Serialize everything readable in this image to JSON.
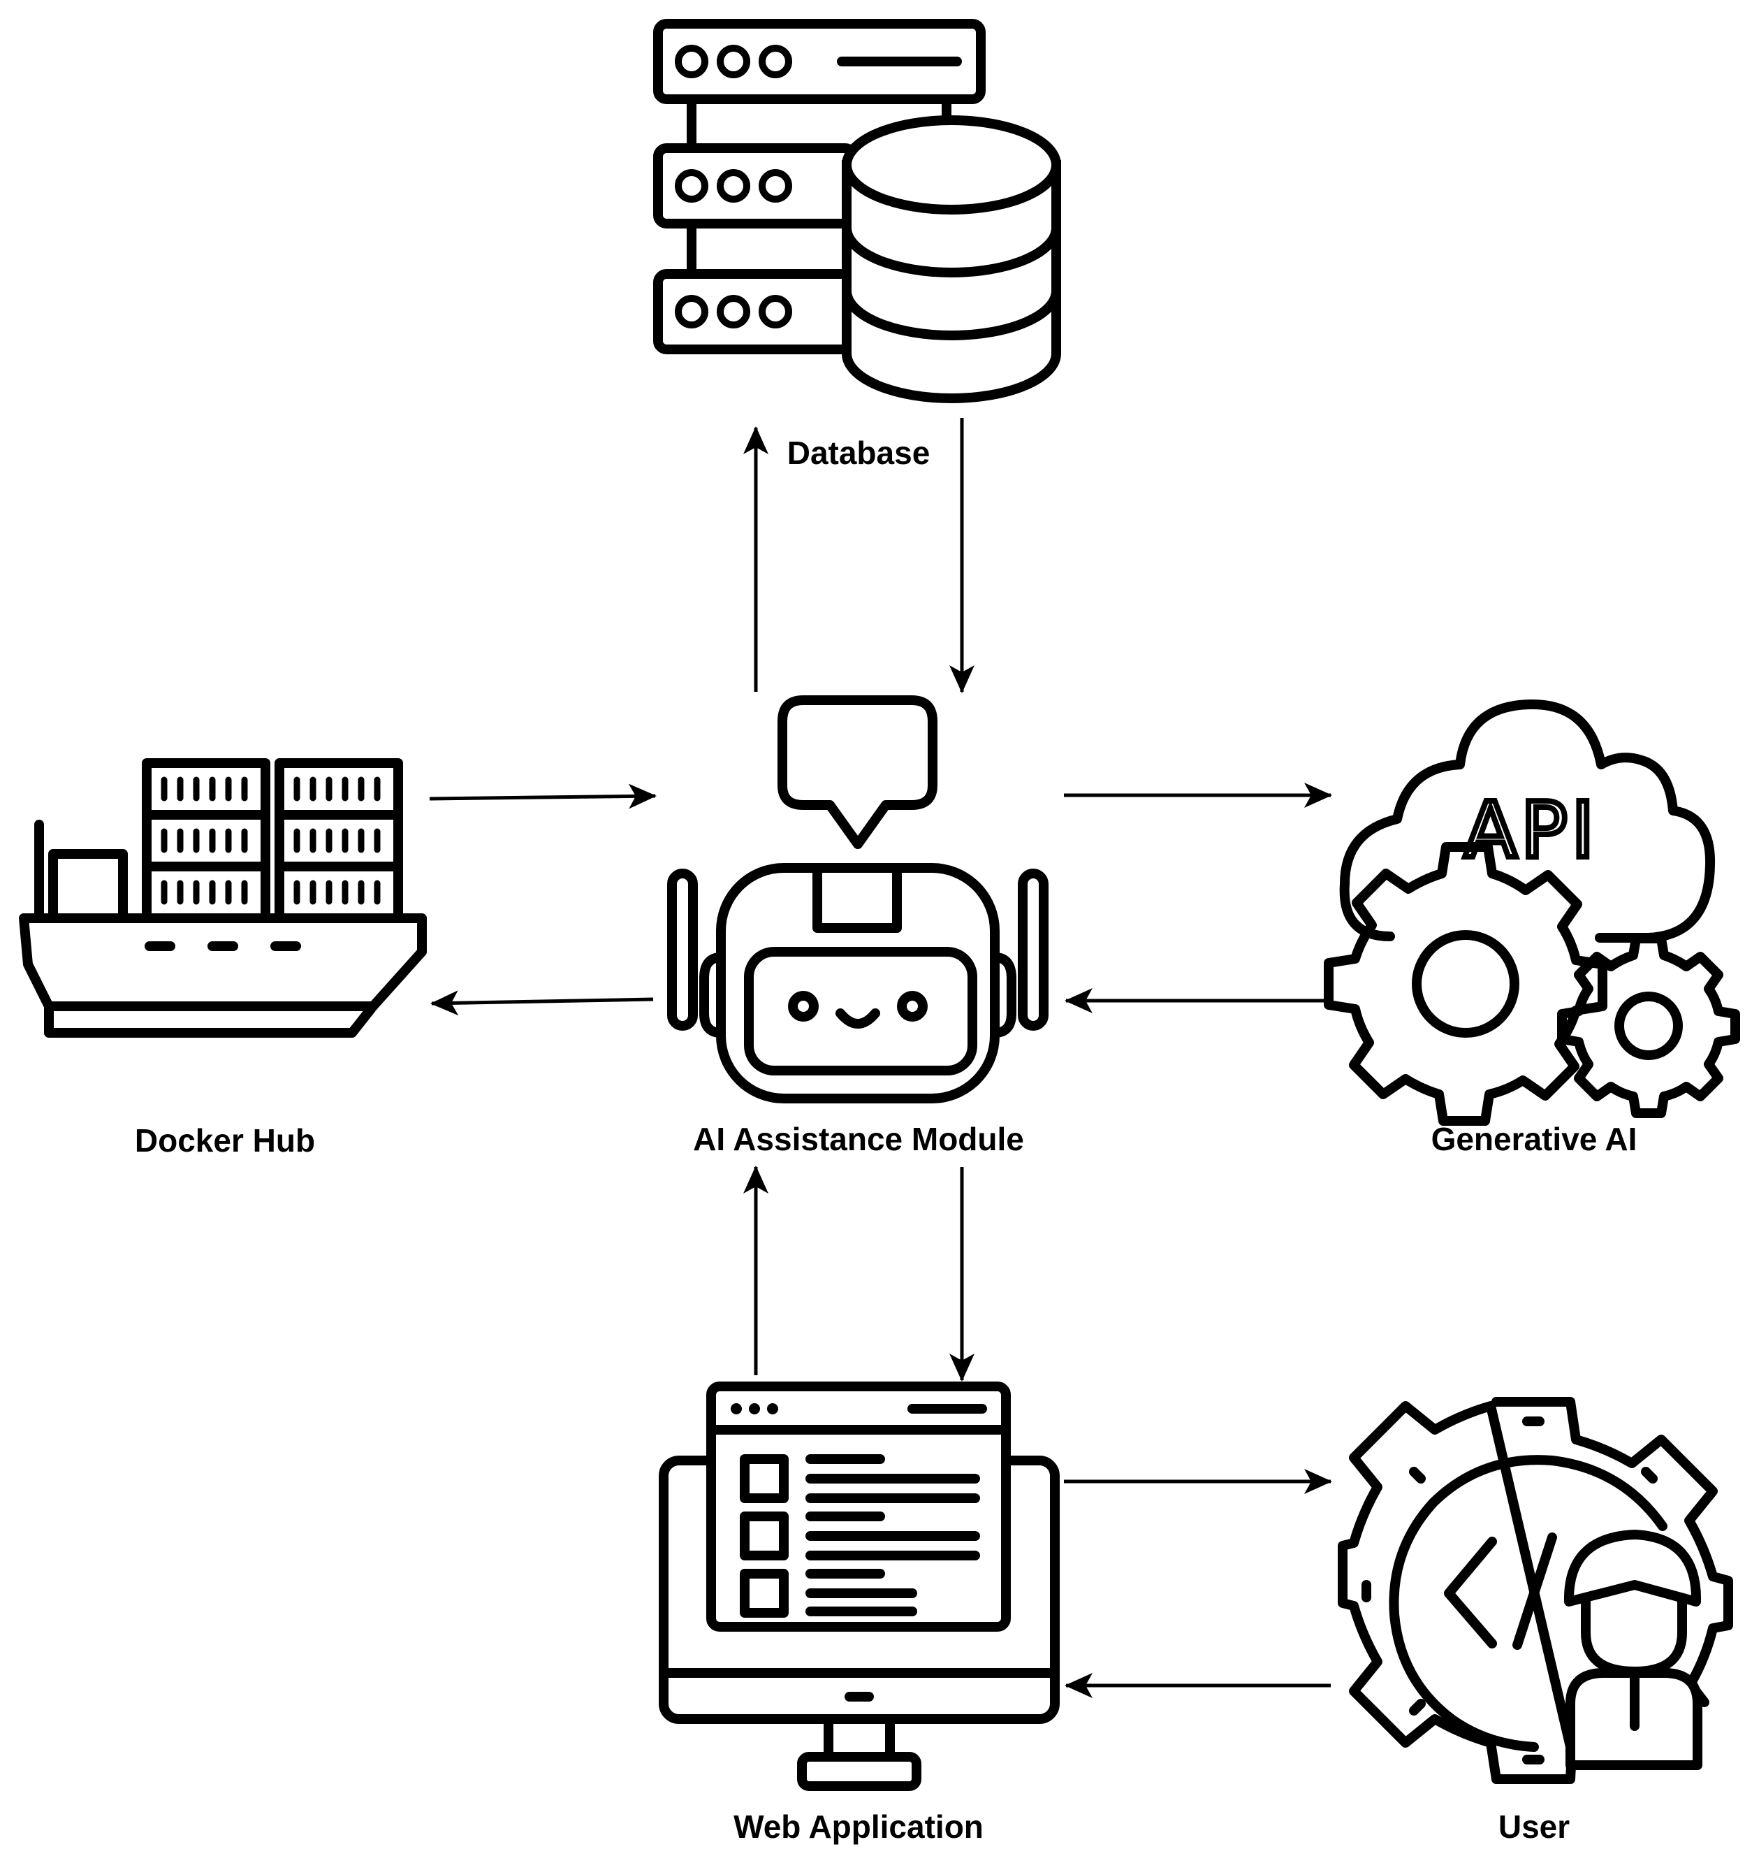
{
  "diagram": {
    "nodes": {
      "database": {
        "label": "Database",
        "icon": "database-server-icon"
      },
      "ai_module": {
        "label": "AI Assistance Module",
        "icon": "robot-chat-icon"
      },
      "docker_hub": {
        "label": "Docker Hub",
        "icon": "container-ship-icon"
      },
      "generative_ai": {
        "label": "Generative AI",
        "icon": "api-cloud-gears-icon",
        "icon_text": "API"
      },
      "web_app": {
        "label": "Web Application",
        "icon": "monitor-browser-icon"
      },
      "user": {
        "label": "User",
        "icon": "developer-gear-icon"
      }
    },
    "edges": [
      {
        "from": "AI Assistance Module",
        "to": "Database"
      },
      {
        "from": "Database",
        "to": "AI Assistance Module"
      },
      {
        "from": "Docker Hub",
        "to": "AI Assistance Module"
      },
      {
        "from": "AI Assistance Module",
        "to": "Docker Hub"
      },
      {
        "from": "AI Assistance Module",
        "to": "Generative AI"
      },
      {
        "from": "Generative AI",
        "to": "AI Assistance Module"
      },
      {
        "from": "Web Application",
        "to": "AI Assistance Module"
      },
      {
        "from": "AI Assistance Module",
        "to": "Web Application"
      },
      {
        "from": "Web Application",
        "to": "User"
      },
      {
        "from": "User",
        "to": "Web Application"
      }
    ],
    "colors": {
      "ink": "#000000",
      "background": "#ffffff"
    }
  }
}
